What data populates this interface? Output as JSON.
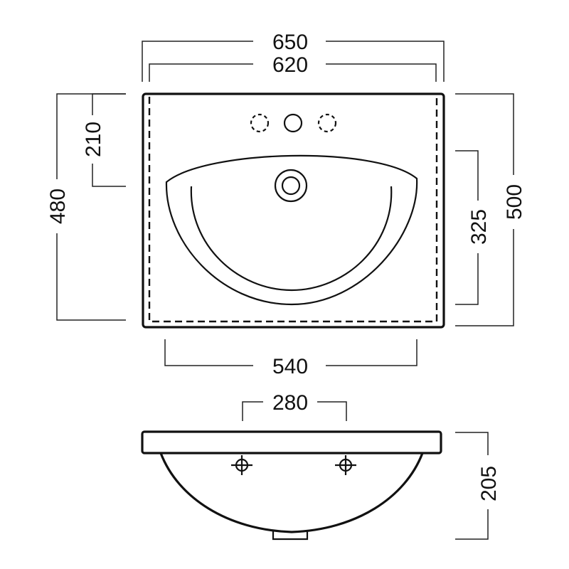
{
  "dimensions": {
    "overall_width": "650",
    "inner_width": "620",
    "overall_depth_left": "480",
    "tap_offset": "210",
    "overall_depth_right": "500",
    "bowl_depth": "325",
    "bowl_width": "540",
    "fixing_spacing": "280",
    "height": "205"
  }
}
